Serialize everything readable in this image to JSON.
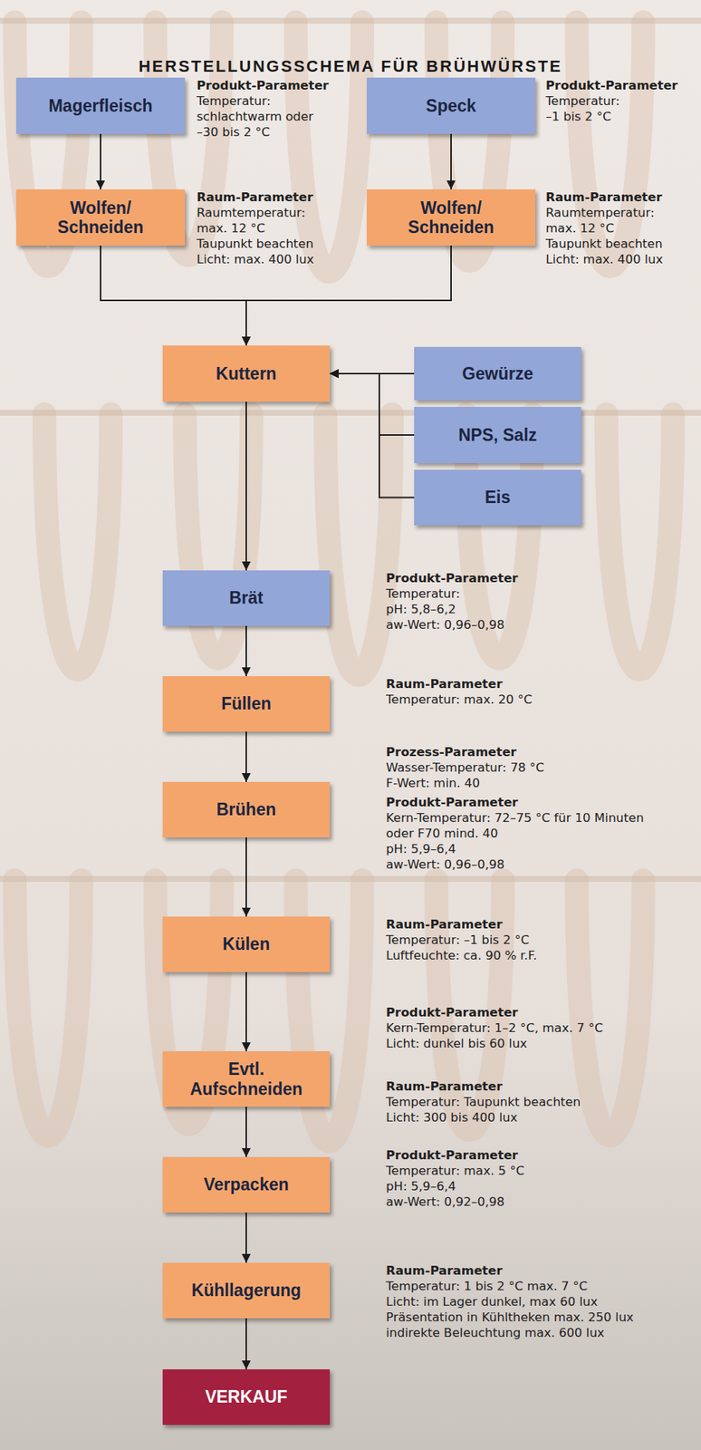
{
  "diagram": {
    "title": "HERSTELLUNGSSCHEMA FÜR BRÜHWÜRSTE",
    "nodes": [
      {
        "text": [
          "Magerfleisch"
        ]
      },
      {
        "text": [
          "Speck"
        ]
      },
      {
        "text": [
          "Wolfen/ Schneiden"
        ]
      },
      {
        "text": [
          "Wolfen/ Schneiden"
        ]
      },
      {
        "text": [
          "Kuttern"
        ]
      },
      {
        "text": [
          "Gewürze"
        ]
      },
      {
        "text": [
          "NPS, Salz"
        ]
      },
      {
        "text": [
          "Eis"
        ]
      },
      {
        "text": [
          "Brät"
        ]
      },
      {
        "text": [
          "Füllen"
        ]
      },
      {
        "text": [
          "Brühen"
        ]
      },
      {
        "text": [
          "Külen"
        ]
      },
      {
        "text": [
          "Evtl. Aufschneiden"
        ]
      },
      {
        "text": [
          "Verpacken"
        ]
      },
      {
        "text": [
          "Kühllagerung"
        ]
      },
      {
        "text": [
          "VERKAUF"
        ]
      }
    ],
    "edges": [
      {
        "from": 0,
        "to": 2,
        "arrow": "to"
      },
      {
        "from": 1,
        "to": 3,
        "arrow": "to"
      },
      {
        "from": 2,
        "to": 4,
        "arrow": "to"
      },
      {
        "from": 3,
        "to": 4,
        "arrow": "to"
      },
      {
        "from": 5,
        "to": 4,
        "arrow": "to"
      },
      {
        "from": 6,
        "to": 4,
        "arrow": "to"
      },
      {
        "from": 7,
        "to": 4,
        "arrow": "to"
      },
      {
        "from": 4,
        "to": 8,
        "arrow": "to"
      },
      {
        "from": 8,
        "to": 9,
        "arrow": "to"
      },
      {
        "from": 9,
        "to": 10,
        "arrow": "to"
      },
      {
        "from": 10,
        "to": 11,
        "arrow": "to"
      },
      {
        "from": 11,
        "to": 12,
        "arrow": "to"
      },
      {
        "from": 12,
        "to": 13,
        "arrow": "to"
      },
      {
        "from": 13,
        "to": 14,
        "arrow": "to"
      },
      {
        "from": 14,
        "to": 15,
        "arrow": "to"
      }
    ],
    "labels": [
      "Produkt-Parameter",
      "Temperatur: schlachtwarm oder –30 bis 2 °C",
      "Produkt-Parameter",
      "Temperatur: –1 bis 2 °C",
      "Raum-Parameter",
      "Raumtemperatur: max. 12 °C",
      "Taupunkt beachten",
      "Licht: max. 400 lux",
      "Raum-Parameter",
      "Raumtemperatur: max. 12 °C",
      "Taupunkt beachten",
      "Licht: max. 400 lux",
      "Produkt-Parameter",
      "Temperatur:",
      "pH: 5,8–6,2",
      "aw-Wert: 0,96–0,98",
      "Raum-Parameter",
      "Temperatur: max. 20 °C",
      "Prozess-Parameter",
      "Wasser-Temperatur: 78 °C",
      "F-Wert: min. 40",
      "Produkt-Parameter",
      "Kern-Temperatur: 72–75 °C für 10 Minuten oder F70 mind. 40",
      "pH: 5,9–6,4",
      "aw-Wert: 0,96–0,98",
      "Raum-Parameter",
      "Temperatur: –1 bis 2 °C",
      "Luftfeuchte: ca. 90 % r.F.",
      "Produkt-Parameter",
      "Kern-Temperatur: 1–2 °C, max. 7 °C",
      "Licht: dunkel bis 60 lux",
      "Raum-Parameter",
      "Temperatur: Taupunkt beachten",
      "Licht: 300 bis 400 lux",
      "Produkt-Parameter",
      "Temperatur: max. 5 °C",
      "pH: 5,9–6,4",
      "aw-Wert: 0,92–0,98",
      "Raum-Parameter",
      "Temperatur: 1 bis 2 °C max. 7 °C",
      "Licht: im Lager dunkel, max 60 lux",
      "Präsentation in Kühltheken max. 250 lux",
      "indirekte Beleuchtung max. 600 lux"
    ]
  }
}
